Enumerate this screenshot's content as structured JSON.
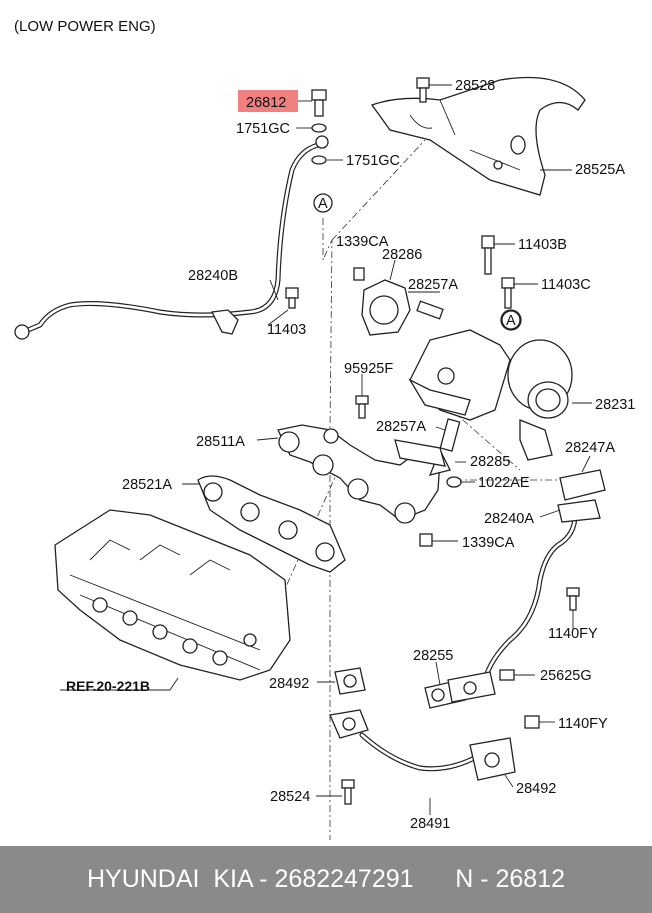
{
  "header": {
    "engine_note": "(LOW POWER ENG)"
  },
  "highlight": {
    "part_number": "26812",
    "color": "#f08080"
  },
  "labels": {
    "p28528": "28528",
    "p1751gc_a": "1751GC",
    "p1751gc_b": "1751GC",
    "p28525a": "28525A",
    "callout_a1": "A",
    "callout_a2": "A",
    "p1339ca_a": "1339CA",
    "p28286": "28286",
    "p11403b": "11403B",
    "p28240b": "28240B",
    "p28257a_a": "28257A",
    "p11403c": "11403C",
    "p11403": "11403",
    "p95925f": "95925F",
    "p28231": "28231",
    "p28511a": "28511A",
    "p28257a_b": "28257A",
    "p28247a": "28247A",
    "p28285": "28285",
    "p28521a": "28521A",
    "p1022ae": "1022AE",
    "p28240a": "28240A",
    "p1339ca_b": "1339CA",
    "p1140fy_a": "1140FY",
    "p28255": "28255",
    "p25625g": "25625G",
    "ref": "REF.20-221B",
    "p28492_a": "28492",
    "p1140fy_b": "1140FY",
    "p28524": "28524",
    "p28492_b": "28492",
    "p28491": "28491"
  },
  "footer": {
    "text": "HYUNDAI  KIA - 2682247291      N - 26812",
    "background": "#8a8a8a"
  }
}
